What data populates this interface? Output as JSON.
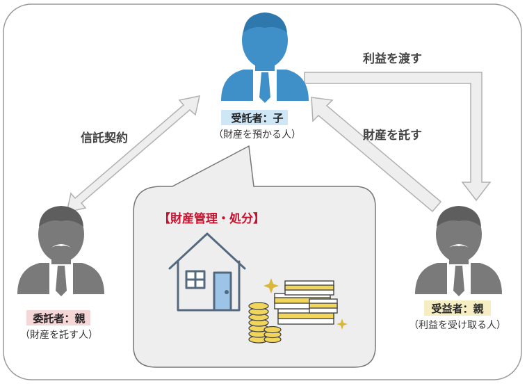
{
  "colors": {
    "trustee_person": "#3f8fc8",
    "grantor_person": "#7a7a7a",
    "trustee_highlight": "#cfe6f7",
    "grantor_highlight": "#f6d7d7",
    "beneficiary_highlight": "#f6edc3",
    "mgmt_title": "#c8102e",
    "arrow_fill": "#eeeeee",
    "arrow_stroke": "#b0b0b0"
  },
  "trustee": {
    "name": "受託者：子",
    "desc": "（財産を預かる人）"
  },
  "grantor": {
    "name": "委託者：親",
    "desc": "（財産を託す人）"
  },
  "beneficiary": {
    "name": "受益者：親",
    "desc": "（利益を受け取る人）"
  },
  "arrows": {
    "contract": "信託契約",
    "entrust": "財産を託す",
    "benefit": "利益を渡す"
  },
  "management": {
    "title": "【財産管理・処分】"
  }
}
